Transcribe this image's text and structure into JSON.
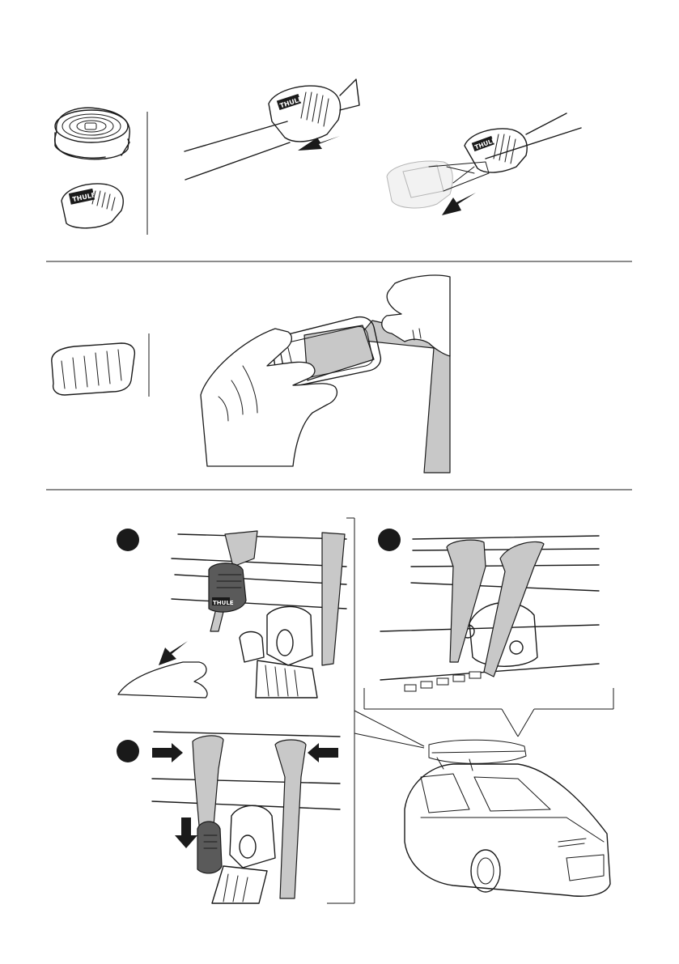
{
  "brand": {
    "logo_text": "THULE"
  },
  "sections": [
    {
      "id": "parts-and-threading"
    },
    {
      "id": "end-cover-fitting"
    },
    {
      "id": "mounting-steps",
      "steps": [
        {
          "marker": "filled-circle"
        },
        {
          "marker": "filled-circle"
        },
        {
          "marker": "filled-circle"
        }
      ]
    }
  ],
  "icons": {
    "strap_roll": "strap-roll-icon",
    "buckle": "buckle-icon",
    "end_cover": "strap-end-cover-icon",
    "direction_arrow": "arrow-icon"
  },
  "colors": {
    "line": "#1a1a1a",
    "strap": "#c8c8c8",
    "buckle": "#5a5a5a",
    "background": "#ffffff"
  }
}
